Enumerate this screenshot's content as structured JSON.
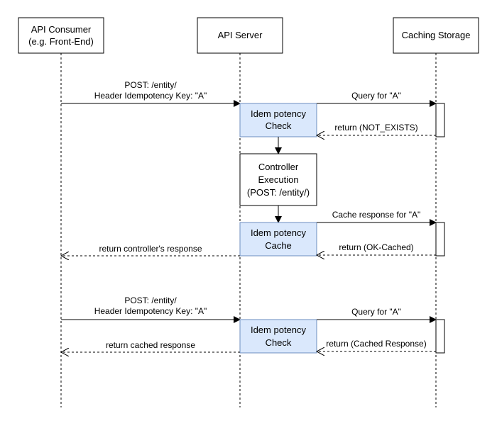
{
  "participants": {
    "consumer": {
      "line1": "API Consumer",
      "line2": "(e.g. Front-End)"
    },
    "server": {
      "line1": "API Server"
    },
    "storage": {
      "line1": "Caching Storage"
    }
  },
  "flows": {
    "first_request": {
      "request_line1": "POST: /entity/",
      "request_line2": "Header Idempotency Key: \"A\"",
      "query_label": "Query for \"A\"",
      "check_box": {
        "line1": "Idem potency",
        "line2": "Check"
      },
      "return_label": "return (NOT_EXISTS)",
      "controller_box": {
        "line1": "Controller",
        "line2": "Execution",
        "line3": "(POST: /entity/)"
      },
      "cache_label": "Cache response for \"A\"",
      "cache_box": {
        "line1": "Idem potency",
        "line2": "Cache"
      },
      "cache_return_label": "return (OK-Cached)",
      "response_label": "return controller's response"
    },
    "second_request": {
      "request_line1": "POST: /entity/",
      "request_line2": "Header Idempotency Key: \"A\"",
      "query_label": "Query for \"A\"",
      "check_box": {
        "line1": "Idem potency",
        "line2": "Check"
      },
      "return_label": "return (Cached Response)",
      "response_label": "return cached response"
    }
  },
  "colors": {
    "line": "#000000",
    "box_fill": "#ffffff",
    "highlight_fill": "#dae8fc",
    "highlight_stroke": "#6c8ebf"
  }
}
